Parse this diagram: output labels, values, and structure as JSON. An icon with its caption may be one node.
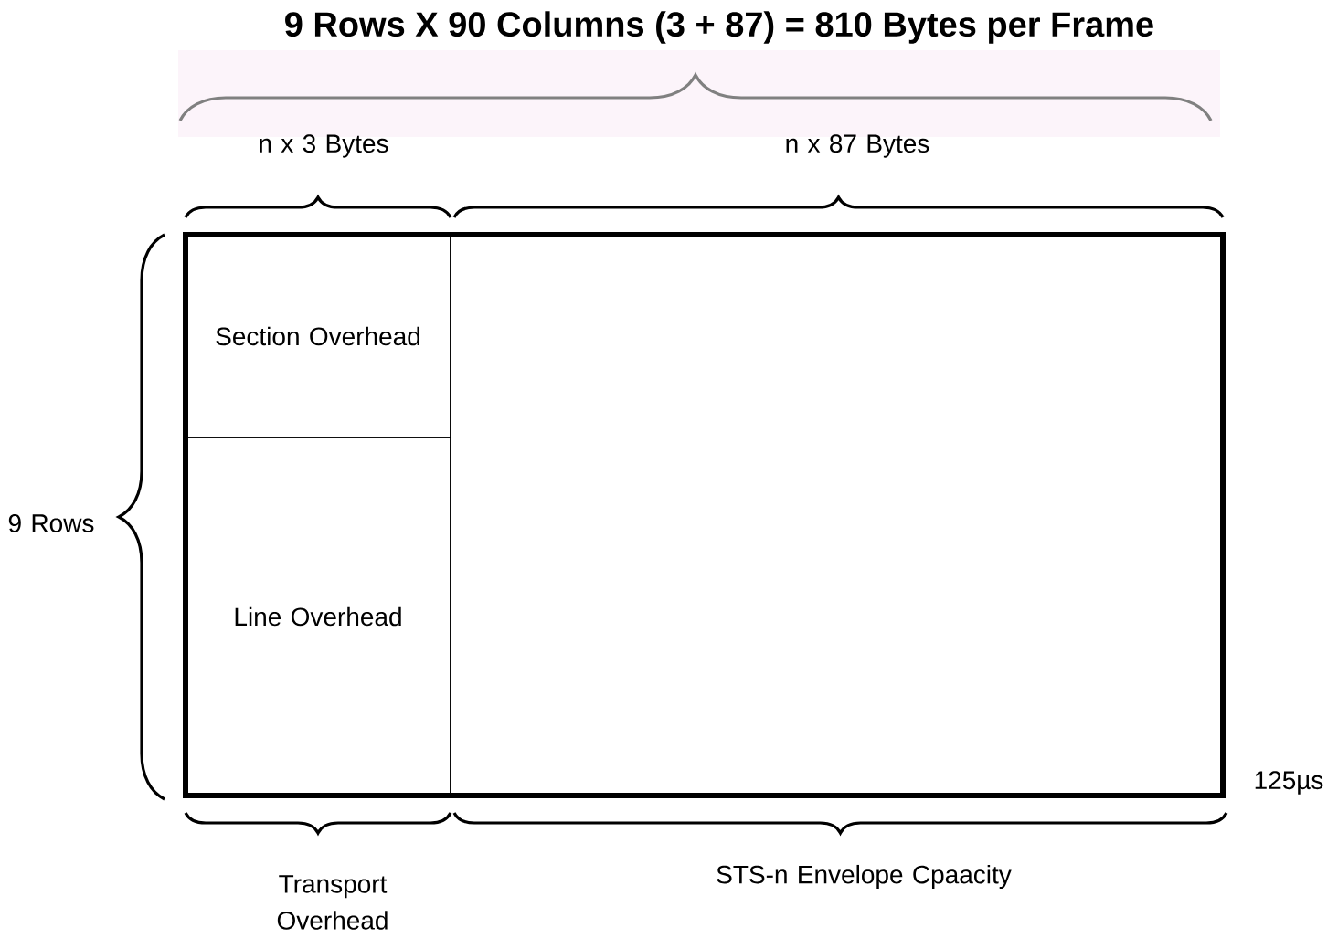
{
  "diagram": {
    "title": "9 Rows X 90 Columns (3 + 87) = 810 Bytes per Frame",
    "nodes": [
      {
        "text": [
          "Section Overhead"
        ]
      },
      {
        "text": [
          "Line Overhead"
        ]
      },
      {
        "text": [],
        "shape": "box"
      }
    ],
    "edges": [],
    "labels": [
      "n x 3 Bytes",
      "n x 87 Bytes",
      "9 Rows",
      "125µs",
      "Transport Overhead",
      "STS-n Envelope Cpaacity"
    ]
  }
}
